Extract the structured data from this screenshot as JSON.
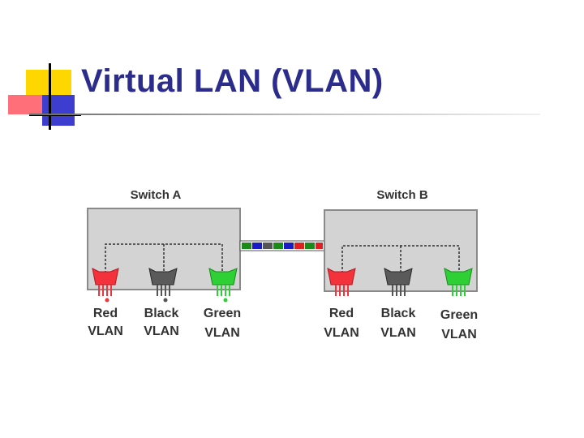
{
  "title": "Virtual LAN (VLAN)",
  "colors": {
    "title": "#2c2c8c",
    "logo_yellow": "#ffd700",
    "logo_red": "#ff6f7a",
    "logo_blue": "#3d3dcf",
    "switch_fill": "#d3d3d3",
    "red_vlan": "#f4323c",
    "black_vlan": "#5a5a5a",
    "green_vlan": "#2fcf36",
    "trunk_colors": [
      "#1b8a1b",
      "#1b1bc4",
      "#e02020",
      "#555555"
    ]
  },
  "diagram": {
    "switches": [
      {
        "label": "Switch A",
        "ports": [
          {
            "line1": "Red",
            "line2": "VLAN",
            "color": "red-vlan"
          },
          {
            "line1": "Black",
            "line2": "VLAN",
            "color": "black-vlan"
          },
          {
            "line1": "Green",
            "line2": "VLAN",
            "color": "green-vlan"
          }
        ]
      },
      {
        "label": "Switch B",
        "ports": [
          {
            "line1": "Red",
            "line2": "VLAN",
            "color": "red-vlan"
          },
          {
            "line1": "Black",
            "line2": "VLAN",
            "color": "black-vlan"
          },
          {
            "line1": "Green",
            "line2": "VLAN",
            "color": "green-vlan"
          }
        ]
      }
    ]
  }
}
